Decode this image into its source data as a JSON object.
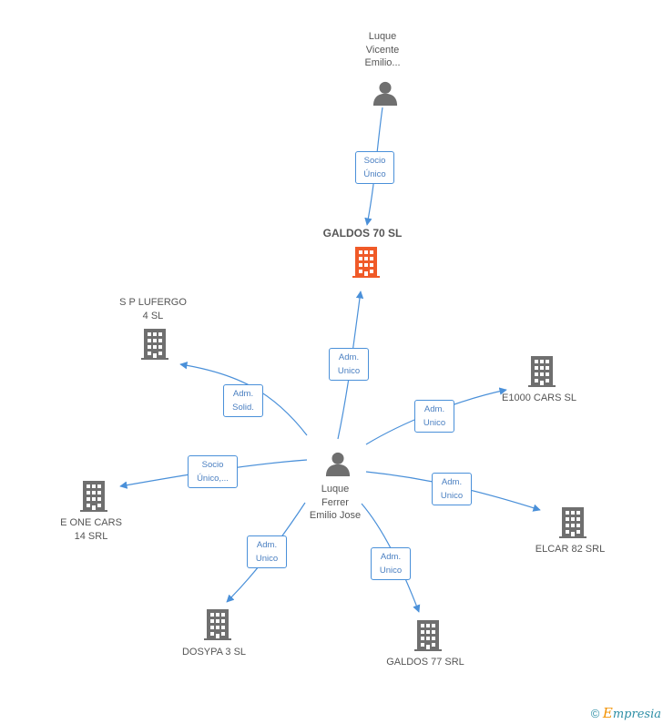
{
  "colors": {
    "edge": "#4a90d9",
    "company": "#6f6f6f",
    "company_focus": "#f05a28",
    "person": "#6f6f6f"
  },
  "nodes": {
    "luque_vicente": {
      "label": "Luque\nVicente\nEmilio...",
      "icon": "person-icon"
    },
    "galdos70": {
      "label": "GALDOS 70 SL",
      "icon": "building-icon"
    },
    "splufergo": {
      "label": "S P LUFERGO\n4 SL",
      "icon": "building-icon"
    },
    "e1000": {
      "label": "E1000 CARS SL",
      "icon": "building-icon"
    },
    "luque_ferrer": {
      "label": "Luque\nFerrer\nEmilio Jose",
      "icon": "person-icon"
    },
    "eone": {
      "label": "E ONE CARS\n14 SRL",
      "icon": "building-icon"
    },
    "elcar": {
      "label": "ELCAR 82 SRL",
      "icon": "building-icon"
    },
    "dosypa": {
      "label": "DOSYPA 3 SL",
      "icon": "building-icon"
    },
    "galdos77": {
      "label": "GALDOS 77 SRL",
      "icon": "building-icon"
    }
  },
  "edges": {
    "e1": "Socio\nÚnico",
    "e2": "Adm.\nUnico",
    "e3": "Adm.\nSolid.",
    "e4": "Adm.\nUnico",
    "e5": "Socio\nÚnico,...",
    "e6": "Adm.\nUnico",
    "e7": "Adm.\nUnico",
    "e8": "Adm.\nUnico"
  },
  "footer": {
    "copyright": "©",
    "brand_first": "E",
    "brand_rest": "mpresia"
  }
}
